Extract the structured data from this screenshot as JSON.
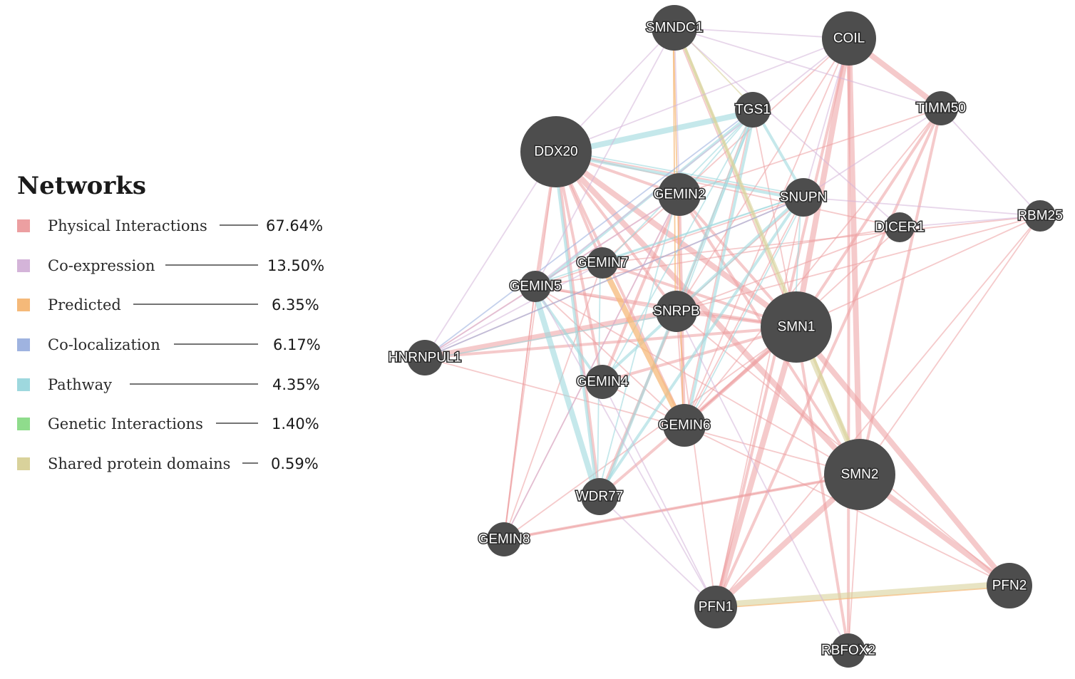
{
  "legend": {
    "title": "Networks",
    "items": [
      {
        "label": "Physical Interactions",
        "percent": "67.64%",
        "color": "#ec9fa1",
        "key": "physical"
      },
      {
        "label": "Co-expression",
        "percent": "13.50%",
        "color": "#d4b4d9",
        "key": "coexp"
      },
      {
        "label": "Predicted",
        "percent": "6.35%",
        "color": "#f5b979",
        "key": "predicted"
      },
      {
        "label": "Co-localization",
        "percent": "6.17%",
        "color": "#9fb3e0",
        "key": "coloc"
      },
      {
        "label": "Pathway",
        "percent": "4.35%",
        "color": "#9ed8de",
        "key": "pathway"
      },
      {
        "label": "Genetic Interactions",
        "percent": "1.40%",
        "color": "#8fdc8c",
        "key": "genetic"
      },
      {
        "label": "Shared protein domains",
        "percent": "0.59%",
        "color": "#d9d29b",
        "key": "domains"
      }
    ]
  },
  "nodes": [
    {
      "id": "SMNDC1",
      "label": "SMNDC1",
      "query": false
    },
    {
      "id": "COIL",
      "label": "COIL",
      "query": false
    },
    {
      "id": "TGS1",
      "label": "TGS1",
      "query": false
    },
    {
      "id": "TIMM50",
      "label": "TIMM50",
      "query": false
    },
    {
      "id": "DDX20",
      "label": "DDX20",
      "query": false
    },
    {
      "id": "GEMIN2",
      "label": "GEMIN2",
      "query": false
    },
    {
      "id": "SNUPN",
      "label": "SNUPN",
      "query": false
    },
    {
      "id": "DICER1",
      "label": "DICER1",
      "query": false
    },
    {
      "id": "RBM25",
      "label": "RBM25",
      "query": false
    },
    {
      "id": "GEMIN7",
      "label": "GEMIN7",
      "query": false
    },
    {
      "id": "GEMIN5",
      "label": "GEMIN5",
      "query": false
    },
    {
      "id": "SNRPB",
      "label": "SNRPB",
      "query": false
    },
    {
      "id": "SMN1",
      "label": "SMN1",
      "query": true
    },
    {
      "id": "HNRNPUL1",
      "label": "HNRNPUL1",
      "query": false
    },
    {
      "id": "GEMIN4",
      "label": "GEMIN4",
      "query": false
    },
    {
      "id": "GEMIN6",
      "label": "GEMIN6",
      "query": false
    },
    {
      "id": "SMN2",
      "label": "SMN2",
      "query": true
    },
    {
      "id": "WDR77",
      "label": "WDR77",
      "query": false
    },
    {
      "id": "GEMIN8",
      "label": "GEMIN8",
      "query": false
    },
    {
      "id": "PFN1",
      "label": "PFN1",
      "query": false
    },
    {
      "id": "PFN2",
      "label": "PFN2",
      "query": false
    },
    {
      "id": "RBFOX2",
      "label": "RBFOX2",
      "query": false
    }
  ],
  "edges": [
    [
      "DDX20",
      "SMN1",
      "physical",
      "thick"
    ],
    [
      "DDX20",
      "SMN2",
      "physical",
      "thick"
    ],
    [
      "DDX20",
      "GEMIN2",
      "physical",
      "med"
    ],
    [
      "DDX20",
      "GEMIN4",
      "physical",
      "med"
    ],
    [
      "DDX20",
      "GEMIN5",
      "physical",
      "med"
    ],
    [
      "DDX20",
      "GEMIN6",
      "physical",
      "med"
    ],
    [
      "DDX20",
      "GEMIN7",
      "physical",
      "med"
    ],
    [
      "DDX20",
      "GEMIN8",
      "physical",
      "thin"
    ],
    [
      "DDX20",
      "SNRPB",
      "physical",
      "med"
    ],
    [
      "DDX20",
      "WDR77",
      "physical",
      "med"
    ],
    [
      "DDX20",
      "SNUPN",
      "physical",
      "thin"
    ],
    [
      "DDX20",
      "DICER1",
      "physical",
      "thin"
    ],
    [
      "SMN1",
      "GEMIN2",
      "physical",
      "med"
    ],
    [
      "SMN1",
      "GEMIN4",
      "physical",
      "med"
    ],
    [
      "SMN1",
      "GEMIN5",
      "physical",
      "med"
    ],
    [
      "SMN1",
      "GEMIN6",
      "physical",
      "med"
    ],
    [
      "SMN1",
      "GEMIN7",
      "physical",
      "med"
    ],
    [
      "SMN1",
      "GEMIN8",
      "physical",
      "thin"
    ],
    [
      "SMN1",
      "SNRPB",
      "physical",
      "med"
    ],
    [
      "SMN1",
      "COIL",
      "physical",
      "thick"
    ],
    [
      "SMN1",
      "PFN1",
      "physical",
      "thick"
    ],
    [
      "SMN1",
      "PFN2",
      "physical",
      "thick"
    ],
    [
      "SMN1",
      "RBFOX2",
      "physical",
      "med"
    ],
    [
      "SMN1",
      "RBM25",
      "physical",
      "thin"
    ],
    [
      "SMN1",
      "TIMM50",
      "physical",
      "med"
    ],
    [
      "SMN1",
      "HNRNPUL1",
      "physical",
      "med"
    ],
    [
      "SMN1",
      "SMNDC1",
      "physical",
      "thin"
    ],
    [
      "SMN1",
      "TGS1",
      "physical",
      "thin"
    ],
    [
      "SMN1",
      "WDR77",
      "physical",
      "med"
    ],
    [
      "SMN2",
      "COIL",
      "physical",
      "thick"
    ],
    [
      "SMN2",
      "PFN1",
      "physical",
      "thick"
    ],
    [
      "SMN2",
      "PFN2",
      "physical",
      "thick"
    ],
    [
      "SMN2",
      "GEMIN2",
      "physical",
      "med"
    ],
    [
      "SMN2",
      "GEMIN8",
      "physical",
      "thin"
    ],
    [
      "SMN2",
      "HNRNPUL1",
      "physical",
      "thin"
    ],
    [
      "SMN2",
      "TIMM50",
      "physical",
      "med"
    ],
    [
      "SMN2",
      "RBM25",
      "physical",
      "thin"
    ],
    [
      "SMN2",
      "RBFOX2",
      "physical",
      "thin"
    ],
    [
      "COIL",
      "TIMM50",
      "physical",
      "thick"
    ],
    [
      "COIL",
      "PFN1",
      "physical",
      "med"
    ],
    [
      "COIL",
      "RBFOX2",
      "physical",
      "med"
    ],
    [
      "COIL",
      "GEMIN6",
      "physical",
      "thin"
    ],
    [
      "COIL",
      "SNRPB",
      "physical",
      "thin"
    ],
    [
      "COIL",
      "GEMIN2",
      "physical",
      "thin"
    ],
    [
      "TIMM50",
      "GEMIN6",
      "physical",
      "thin"
    ],
    [
      "TIMM50",
      "PFN1",
      "physical",
      "med"
    ],
    [
      "TIMM50",
      "GEMIN2",
      "physical",
      "thin"
    ],
    [
      "GEMIN2",
      "GEMIN4",
      "physical",
      "med"
    ],
    [
      "GEMIN2",
      "GEMIN5",
      "physical",
      "thin"
    ],
    [
      "GEMIN2",
      "GEMIN6",
      "physical",
      "med"
    ],
    [
      "GEMIN2",
      "GEMIN7",
      "physical",
      "thin"
    ],
    [
      "GEMIN2",
      "GEMIN8",
      "physical",
      "thin"
    ],
    [
      "GEMIN2",
      "SNRPB",
      "physical",
      "thin"
    ],
    [
      "GEMIN5",
      "GEMIN6",
      "physical",
      "thin"
    ],
    [
      "GEMIN5",
      "SNRPB",
      "physical",
      "thin"
    ],
    [
      "GEMIN5",
      "SMN2",
      "physical",
      "thin"
    ],
    [
      "GEMIN5",
      "GEMIN8",
      "physical",
      "thin"
    ],
    [
      "GEMIN7",
      "GEMIN8",
      "physical",
      "thin"
    ],
    [
      "GEMIN4",
      "GEMIN6",
      "physical",
      "thin"
    ],
    [
      "GEMIN6",
      "SNRPB",
      "physical",
      "thin"
    ],
    [
      "GEMIN6",
      "DICER1",
      "physical",
      "thin"
    ],
    [
      "GEMIN6",
      "PFN2",
      "physical",
      "thin"
    ],
    [
      "GEMIN8",
      "SMN2",
      "physical",
      "med"
    ],
    [
      "GEMIN8",
      "GEMIN5",
      "physical",
      "thin"
    ],
    [
      "HNRNPUL1",
      "SNRPB",
      "physical",
      "thick"
    ],
    [
      "HNRNPUL1",
      "GEMIN5",
      "physical",
      "thin"
    ],
    [
      "HNRNPUL1",
      "SNUPN",
      "physical",
      "thin"
    ],
    [
      "SNUPN",
      "GEMIN5",
      "physical",
      "thin"
    ],
    [
      "SNUPN",
      "GEMIN6",
      "physical",
      "thin"
    ],
    [
      "SNUPN",
      "PFN1",
      "physical",
      "thin"
    ],
    [
      "SNUPN",
      "SNRPB",
      "physical",
      "thin"
    ],
    [
      "DICER1",
      "SNRPB",
      "physical",
      "thin"
    ],
    [
      "DICER1",
      "GEMIN5",
      "physical",
      "thin"
    ],
    [
      "RBM25",
      "GEMIN7",
      "physical",
      "thin"
    ],
    [
      "RBM25",
      "SNRPB",
      "physical",
      "thin"
    ],
    [
      "RBM25",
      "PFN1",
      "physical",
      "thin"
    ],
    [
      "TGS1",
      "SNRPB",
      "physical",
      "thin"
    ],
    [
      "TGS1",
      "GEMIN6",
      "physical",
      "thin"
    ],
    [
      "SNRPB",
      "PFN1",
      "physical",
      "thin"
    ],
    [
      "SNRPB",
      "WDR77",
      "physical",
      "med"
    ],
    [
      "SNRPB",
      "PFN2",
      "physical",
      "thin"
    ],
    [
      "DDX20",
      "TGS1",
      "pathway",
      "thick"
    ],
    [
      "GEMIN5",
      "TGS1",
      "pathway",
      "med"
    ],
    [
      "GEMIN2",
      "TGS1",
      "pathway",
      "thin"
    ],
    [
      "GEMIN4",
      "TGS1",
      "pathway",
      "thin"
    ],
    [
      "GEMIN6",
      "TGS1",
      "pathway",
      "med"
    ],
    [
      "GEMIN7",
      "TGS1",
      "pathway",
      "thin"
    ],
    [
      "WDR77",
      "TGS1",
      "pathway",
      "med"
    ],
    [
      "SNRPB",
      "TGS1",
      "pathway",
      "thin"
    ],
    [
      "SNUPN",
      "TGS1",
      "pathway",
      "med"
    ],
    [
      "SNUPN",
      "GEMIN4",
      "pathway",
      "med"
    ],
    [
      "SNUPN",
      "GEMIN5",
      "pathway",
      "thin"
    ],
    [
      "SNUPN",
      "WDR77",
      "pathway",
      "med"
    ],
    [
      "SNUPN",
      "GEMIN7",
      "pathway",
      "thin"
    ],
    [
      "SNUPN",
      "DDX20",
      "pathway",
      "thin"
    ],
    [
      "GEMIN5",
      "WDR77",
      "pathway",
      "thick"
    ],
    [
      "GEMIN5",
      "GEMIN4",
      "pathway",
      "med"
    ],
    [
      "DDX20",
      "WDR77",
      "pathway",
      "med"
    ],
    [
      "GEMIN7",
      "WDR77",
      "pathway",
      "thin"
    ],
    [
      "GEMIN2",
      "WDR77",
      "pathway",
      "thin"
    ],
    [
      "HNRNPUL1",
      "SNRPB",
      "pathway",
      "thin"
    ],
    [
      "SNUPN",
      "SMN1",
      "pathway",
      "thin"
    ],
    [
      "GEMIN6",
      "SNUPN",
      "pathway",
      "thin"
    ],
    [
      "DDX20",
      "SNUPN",
      "pathway",
      "med"
    ],
    [
      "GEMIN7",
      "GEMIN6",
      "predicted",
      "thick"
    ],
    [
      "SMNDC1",
      "SNRPB",
      "predicted",
      "thin"
    ],
    [
      "SMNDC1",
      "GEMIN6",
      "predicted",
      "thin"
    ],
    [
      "PFN1",
      "PFN2",
      "predicted",
      "thin"
    ],
    [
      "PFN1",
      "PFN2",
      "domains",
      "thick"
    ],
    [
      "SMNDC1",
      "SMN1",
      "domains",
      "med"
    ],
    [
      "SMNDC1",
      "SMN2",
      "domains",
      "med"
    ],
    [
      "SMN1",
      "SMN2",
      "domains",
      "thick"
    ],
    [
      "SMNDC1",
      "TGS1",
      "domains",
      "thin"
    ],
    [
      "SMNDC1",
      "COIL",
      "coexp",
      "thin"
    ],
    [
      "SMNDC1",
      "TIMM50",
      "coexp",
      "thin"
    ],
    [
      "SMNDC1",
      "DICER1",
      "coexp",
      "thin"
    ],
    [
      "SMNDC1",
      "GEMIN5",
      "coexp",
      "thin"
    ],
    [
      "SMNDC1",
      "GEMIN2",
      "coexp",
      "thin"
    ],
    [
      "COIL",
      "GEMIN5",
      "coexp",
      "thin"
    ],
    [
      "COIL",
      "DDX20",
      "coexp",
      "thin"
    ],
    [
      "COIL",
      "SNUPN",
      "coexp",
      "thin"
    ],
    [
      "TIMM50",
      "RBM25",
      "coexp",
      "thin"
    ],
    [
      "TIMM50",
      "SNUPN",
      "coexp",
      "thin"
    ],
    [
      "DICER1",
      "RBM25",
      "coexp",
      "thin"
    ],
    [
      "RBM25",
      "SNUPN",
      "coexp",
      "thin"
    ],
    [
      "HNRNPUL1",
      "GEMIN7",
      "coexp",
      "thin"
    ],
    [
      "HNRNPUL1",
      "GEMIN2",
      "coexp",
      "thin"
    ],
    [
      "HNRNPUL1",
      "DDX20",
      "coexp",
      "thin"
    ],
    [
      "WDR77",
      "PFN1",
      "coexp",
      "thin"
    ],
    [
      "GEMIN8",
      "GEMIN2",
      "coexp",
      "thin"
    ],
    [
      "SNRPB",
      "RBFOX2",
      "coexp",
      "thin"
    ],
    [
      "GEMIN4",
      "PFN1",
      "coexp",
      "thin"
    ],
    [
      "GEMIN5",
      "PFN1",
      "coexp",
      "thin"
    ],
    [
      "SMNDC1",
      "DDX20",
      "coexp",
      "thin"
    ],
    [
      "HNRNPUL1",
      "TGS1",
      "coloc",
      "thin"
    ],
    [
      "HNRNPUL1",
      "SNUPN",
      "coloc",
      "thin"
    ]
  ]
}
